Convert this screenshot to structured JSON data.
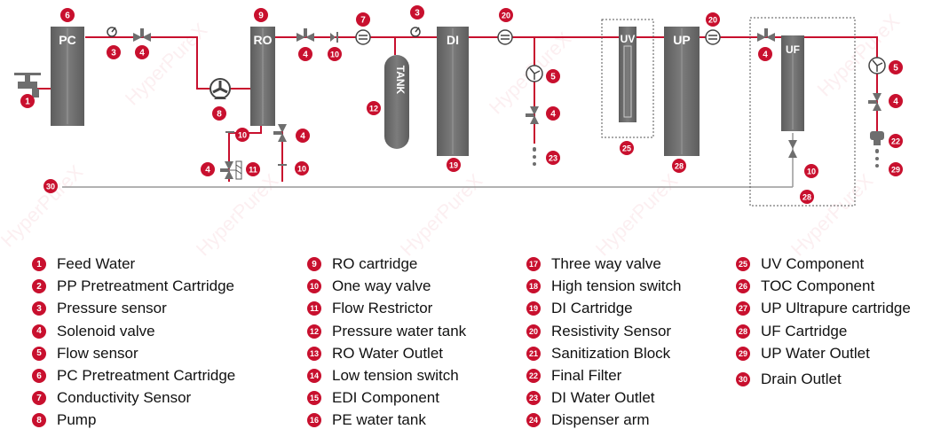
{
  "diagram": {
    "component_labels": {
      "pc": "PC",
      "ro": "RO",
      "di": "DI",
      "uv": "UV",
      "up": "UP",
      "uf": "UF",
      "tank": "TANK"
    },
    "markers": [
      {
        "id": "feed",
        "n": "1"
      },
      {
        "id": "pc-top",
        "n": "6"
      },
      {
        "id": "p-sensor-1",
        "n": "3"
      },
      {
        "id": "valve-1",
        "n": "4"
      },
      {
        "id": "pump",
        "n": "8"
      },
      {
        "id": "ro-top",
        "n": "9"
      },
      {
        "id": "valve-2",
        "n": "4"
      },
      {
        "id": "oneway-1",
        "n": "10"
      },
      {
        "id": "cond",
        "n": "7"
      },
      {
        "id": "p-sensor-2",
        "n": "3"
      },
      {
        "id": "tank",
        "n": "12"
      },
      {
        "id": "res-1",
        "n": "20"
      },
      {
        "id": "flow-1",
        "n": "5"
      },
      {
        "id": "valve-3",
        "n": "4"
      },
      {
        "id": "di-outlet",
        "n": "23"
      },
      {
        "id": "di-bottom",
        "n": "19"
      },
      {
        "id": "ro-oneway-2",
        "n": "10"
      },
      {
        "id": "ro-valve-4",
        "n": "4"
      },
      {
        "id": "ro-oneway-3",
        "n": "10"
      },
      {
        "id": "drain-valve",
        "n": "4"
      },
      {
        "id": "restrictor",
        "n": "11"
      },
      {
        "id": "drain",
        "n": "30"
      },
      {
        "id": "uv",
        "n": "25"
      },
      {
        "id": "res-2",
        "n": "20"
      },
      {
        "id": "up-bottom",
        "n": "28"
      },
      {
        "id": "valve-5",
        "n": "4"
      },
      {
        "id": "uf-oneway",
        "n": "10"
      },
      {
        "id": "uf-box",
        "n": "28"
      },
      {
        "id": "flow-2",
        "n": "5"
      },
      {
        "id": "valve-6",
        "n": "4"
      },
      {
        "id": "final-filter",
        "n": "22"
      },
      {
        "id": "up-outlet",
        "n": "29"
      }
    ],
    "watermark": "HyperPureX",
    "colors": {
      "pipe": "#c8102e",
      "component": "#6e6e6e",
      "marker": "#c8102e"
    }
  },
  "legend": {
    "columns": [
      [
        {
          "n": "1",
          "label": "Feed Water"
        },
        {
          "n": "2",
          "label": "PP Pretreatment Cartridge"
        },
        {
          "n": "3",
          "label": "Pressure sensor"
        },
        {
          "n": "4",
          "label": "Solenoid valve"
        },
        {
          "n": "5",
          "label": "Flow sensor"
        },
        {
          "n": "6",
          "label": "PC Pretreatment Cartridge"
        },
        {
          "n": "7",
          "label": "Conductivity Sensor"
        },
        {
          "n": "8",
          "label": "Pump"
        }
      ],
      [
        {
          "n": "9",
          "label": "RO cartridge"
        },
        {
          "n": "10",
          "label": "One way valve"
        },
        {
          "n": "11",
          "label": "Flow Restrictor"
        },
        {
          "n": "12",
          "label": "Pressure water tank"
        },
        {
          "n": "13",
          "label": "RO Water Outlet"
        },
        {
          "n": "14",
          "label": "Low tension switch"
        },
        {
          "n": "15",
          "label": "EDI Component"
        },
        {
          "n": "16",
          "label": "PE water tank"
        }
      ],
      [
        {
          "n": "17",
          "label": "Three way valve"
        },
        {
          "n": "18",
          "label": "High tension switch"
        },
        {
          "n": "19",
          "label": "DI Cartridge"
        },
        {
          "n": "20",
          "label": "Resistivity Sensor"
        },
        {
          "n": "21",
          "label": "Sanitization Block"
        },
        {
          "n": "22",
          "label": "Final Filter"
        },
        {
          "n": "23",
          "label": "DI Water Outlet"
        },
        {
          "n": "24",
          "label": "Dispenser arm"
        }
      ],
      [
        {
          "n": "25",
          "label": "UV Component"
        },
        {
          "n": "26",
          "label": "TOC Component"
        },
        {
          "n": "27",
          "label": "UP Ultrapure cartridge"
        },
        {
          "n": "28",
          "label": "UF Cartridge"
        },
        {
          "n": "29",
          "label": "UP Water Outlet"
        },
        {
          "n": "30",
          "label": "Drain Outlet"
        }
      ]
    ]
  }
}
